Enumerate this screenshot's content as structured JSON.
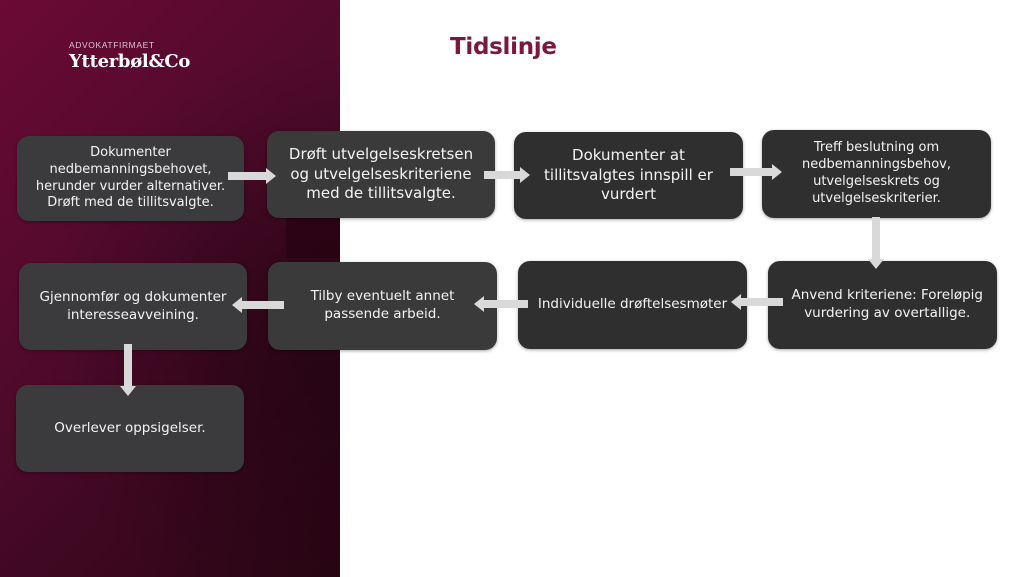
{
  "logo": {
    "small_text": "ADVOKATFIRMAET",
    "main_text": "Ytterbøl&Co"
  },
  "title": "Tidslinje",
  "colors": {
    "brand_maroon": "#6b0a35",
    "title_color": "#7b1741",
    "box_fill": "#3a3a3a",
    "arrow_fill": "#d9d9d9"
  },
  "steps": [
    {
      "id": 1,
      "text": "Dokumenter\nnedbemanningsbehovet,\nherunder vurder alternativer.\nDrøft med de tillitsvalgte."
    },
    {
      "id": 2,
      "text": "Drøft utvelgelseskretsen\nog utvelgelseskriteriene\nmed de tillitsvalgte."
    },
    {
      "id": 3,
      "text": "Dokumenter at\ntillitsvalgtes innspill er\nvurdert"
    },
    {
      "id": 4,
      "text": "Treff beslutning om\nnedbemanningsbehov,\nutvelgelseskrets og\nutvelgelseskriterier."
    },
    {
      "id": 5,
      "text": "Anvend kriteriene: Foreløpig\nvurdering av overtallige."
    },
    {
      "id": 6,
      "text": "Individuelle drøftelsesmøter"
    },
    {
      "id": 7,
      "text": "Tilby eventuelt annet\npassende arbeid."
    },
    {
      "id": 8,
      "text": "Gjennomfør og dokumenter\ninteresseavveining."
    },
    {
      "id": 9,
      "text": "Overlever oppsigelser."
    }
  ],
  "flow": [
    {
      "from": 1,
      "to": 2,
      "direction": "right"
    },
    {
      "from": 2,
      "to": 3,
      "direction": "right"
    },
    {
      "from": 3,
      "to": 4,
      "direction": "right"
    },
    {
      "from": 4,
      "to": 5,
      "direction": "down"
    },
    {
      "from": 5,
      "to": 6,
      "direction": "left"
    },
    {
      "from": 6,
      "to": 7,
      "direction": "left"
    },
    {
      "from": 7,
      "to": 8,
      "direction": "left"
    },
    {
      "from": 8,
      "to": 9,
      "direction": "down"
    }
  ]
}
